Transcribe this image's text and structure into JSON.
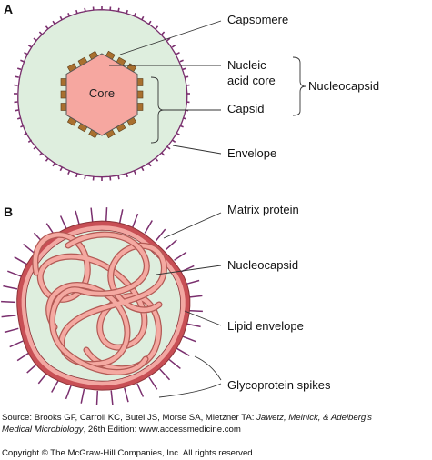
{
  "panel_a": {
    "label": "A",
    "core_text": "Core",
    "labels": {
      "capsomere": "Capsomere",
      "nucleic_line1": "Nucleic",
      "nucleic_line2": "acid core",
      "capsid": "Capsid",
      "envelope": "Envelope",
      "nucleocapsid": "Nucleocapsid"
    }
  },
  "panel_b": {
    "label": "B",
    "labels": {
      "matrix_protein": "Matrix protein",
      "nucleocapsid": "Nucleocapsid",
      "lipid_envelope": "Lipid envelope",
      "glycoprotein_spikes": "Glycoprotein spikes"
    }
  },
  "source": {
    "prefix": "Source: Brooks GF, Carroll KC, Butel JS, Morse SA, Mietzner TA: ",
    "title_line1": "Jawetz, Melnick, & Adelberg's",
    "title_line2": "Medical Microbiology",
    "suffix": ", 26th Edition: www.accessmedicine.com"
  },
  "copyright": "Copyright © The McGraw-Hill Companies, Inc. All rights reserved.",
  "colors": {
    "envelope_fill": "#deeede",
    "spike": "#7a2f6e",
    "core_fill": "#f6a7a0",
    "capsomere": "#a9702f",
    "membrane_outer": "#c84f55",
    "membrane_inner": "#f2a7a2",
    "tube": "#f4a9a1",
    "tube_edge": "#b35a55"
  }
}
